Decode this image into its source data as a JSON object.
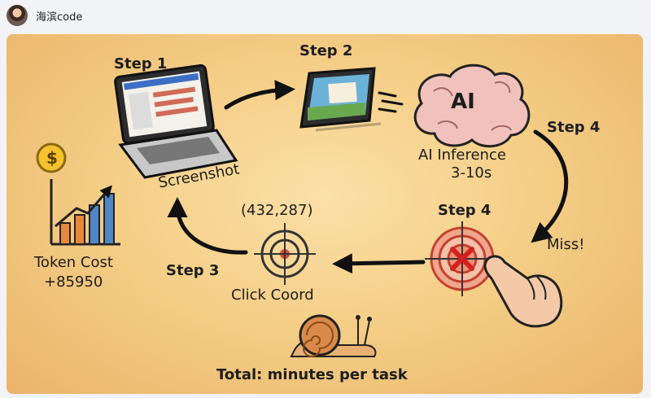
{
  "post": {
    "username": "海滨code"
  },
  "diagram": {
    "step1_label": "Step 1",
    "step1_caption": "Screenshot",
    "step2_label": "Step 2",
    "ai_badge": "AI",
    "ai_caption_line1": "AI Inference",
    "ai_caption_line2": "3-10s",
    "step4_top_label": "Step 4",
    "step4_target_label": "Step 4",
    "miss_label": "Miss!",
    "coord_label": "(432,287)",
    "step3_label": "Step 3",
    "click_caption": "Click Coord",
    "token_cost_label": "Token Cost",
    "token_cost_value": "+85950",
    "total_label": "Total: minutes per task",
    "dollar_symbol": "$"
  },
  "icons": [
    "laptop-icon",
    "screen-icon",
    "brain-icon",
    "target-icon",
    "crosshair-icon",
    "pointing-hand-icon",
    "dollar-coin-icon",
    "bar-chart-icon",
    "snail-icon"
  ],
  "colors": {
    "background": "#f5cf88",
    "arrow": "#111111",
    "target_red": "#d94a3a",
    "miss_cross": "#d42020",
    "bar_orange": "#e8893a",
    "bar_blue": "#4f86c6",
    "coin": "#f3c22e"
  }
}
